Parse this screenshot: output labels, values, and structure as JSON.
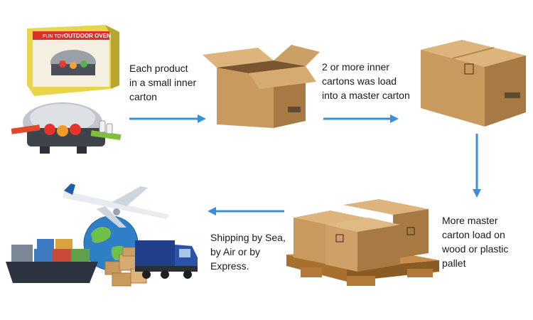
{
  "steps": {
    "inner_carton": {
      "lines": [
        "Each product",
        "in a small inner",
        "carton"
      ]
    },
    "master_carton": {
      "lines": [
        "2 or more inner",
        "cartons was load",
        "into a master carton"
      ]
    },
    "pallet": {
      "lines": [
        "More master",
        "carton load on",
        "wood or plastic",
        "pallet"
      ]
    },
    "shipping": {
      "lines": [
        "Shipping by Sea,",
        "by Air or by",
        "Express."
      ]
    }
  },
  "product_box": {
    "brand": "FUN TOY",
    "title": "OUTDOOR OVEN"
  },
  "colors": {
    "arrow": "#3b8fd9",
    "cardboard": "#c99a5e",
    "cardboard_dark": "#a87a43",
    "cardboard_light": "#dcb47c"
  },
  "icons": [
    "grill-toy-icon",
    "open-carton-icon",
    "closed-carton-icon",
    "pallet-icon",
    "airplane-icon",
    "globe-icon",
    "ship-icon",
    "truck-icon"
  ]
}
